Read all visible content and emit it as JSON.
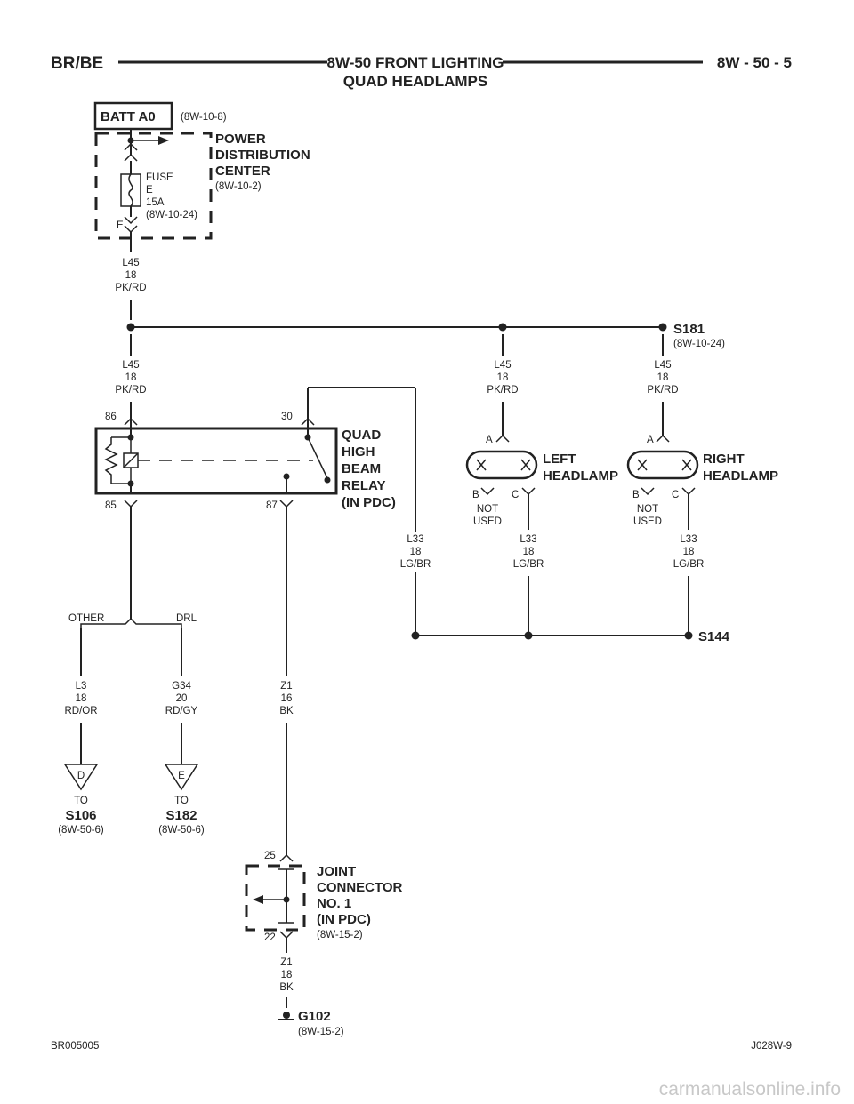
{
  "header": {
    "left": "BR/BE",
    "title_line1": "8W-50 FRONT LIGHTING",
    "title_line2": "QUAD HEADLAMPS",
    "page": "8W - 50 - 5"
  },
  "batt": {
    "label": "BATT A0",
    "ref": "(8W-10-8)"
  },
  "pdc": {
    "line1": "POWER",
    "line2": "DISTRIBUTION",
    "line3": "CENTER",
    "ref": "(8W-10-2)",
    "fuse_label": "FUSE",
    "fuse_id": "E",
    "fuse_rating": "15A",
    "fuse_ref": "(8W-10-24)",
    "cavity": "E"
  },
  "wires": {
    "l45_top": {
      "c": "L45",
      "g": "18",
      "col": "PK/RD"
    },
    "l45_relay": {
      "c": "L45",
      "g": "18",
      "col": "PK/RD"
    },
    "l45_left": {
      "c": "L45",
      "g": "18",
      "col": "PK/RD"
    },
    "l45_right": {
      "c": "L45",
      "g": "18",
      "col": "PK/RD"
    },
    "l33_relay": {
      "c": "L33",
      "g": "18",
      "col": "LG/BR"
    },
    "l33_left": {
      "c": "L33",
      "g": "18",
      "col": "LG/BR"
    },
    "l33_right": {
      "c": "L33",
      "g": "18",
      "col": "LG/BR"
    },
    "l3": {
      "c": "L3",
      "g": "18",
      "col": "RD/OR"
    },
    "g34": {
      "c": "G34",
      "g": "20",
      "col": "RD/GY"
    },
    "z1_16": {
      "c": "Z1",
      "g": "16",
      "col": "BK"
    },
    "z1_18": {
      "c": "Z1",
      "g": "18",
      "col": "BK"
    }
  },
  "s181": {
    "id": "S181",
    "ref": "(8W-10-24)"
  },
  "s144": {
    "id": "S144"
  },
  "relay": {
    "line1": "QUAD",
    "line2": "HIGH",
    "line3": "BEAM",
    "line4": "RELAY",
    "line5": "(IN PDC)",
    "pin86": "86",
    "pin30": "30",
    "pin85": "85",
    "pin87": "87"
  },
  "left_lamp": {
    "line1": "LEFT",
    "line2": "HEADLAMP",
    "pinA": "A",
    "pinB": "B",
    "pinC": "C",
    "nu1": "NOT",
    "nu2": "USED"
  },
  "right_lamp": {
    "line1": "RIGHT",
    "line2": "HEADLAMP",
    "pinA": "A",
    "pinB": "B",
    "pinC": "C",
    "nu1": "NOT",
    "nu2": "USED"
  },
  "branch": {
    "other": "OTHER",
    "drl": "DRL"
  },
  "conn_d": {
    "letter": "D",
    "to": "TO",
    "target": "S106",
    "ref": "(8W-50-6)"
  },
  "conn_e": {
    "letter": "E",
    "to": "TO",
    "target": "S182",
    "ref": "(8W-50-6)"
  },
  "joint": {
    "line1": "JOINT",
    "line2": "CONNECTOR",
    "line3": "NO. 1",
    "line4": "(IN PDC)",
    "ref": "(8W-15-2)",
    "pin_top": "25",
    "pin_bot": "22"
  },
  "ground": {
    "id": "G102",
    "ref": "(8W-15-2)"
  },
  "footer": {
    "left": "BR005005",
    "right": "J028W-9"
  },
  "watermark": "carmanualsonline.info"
}
